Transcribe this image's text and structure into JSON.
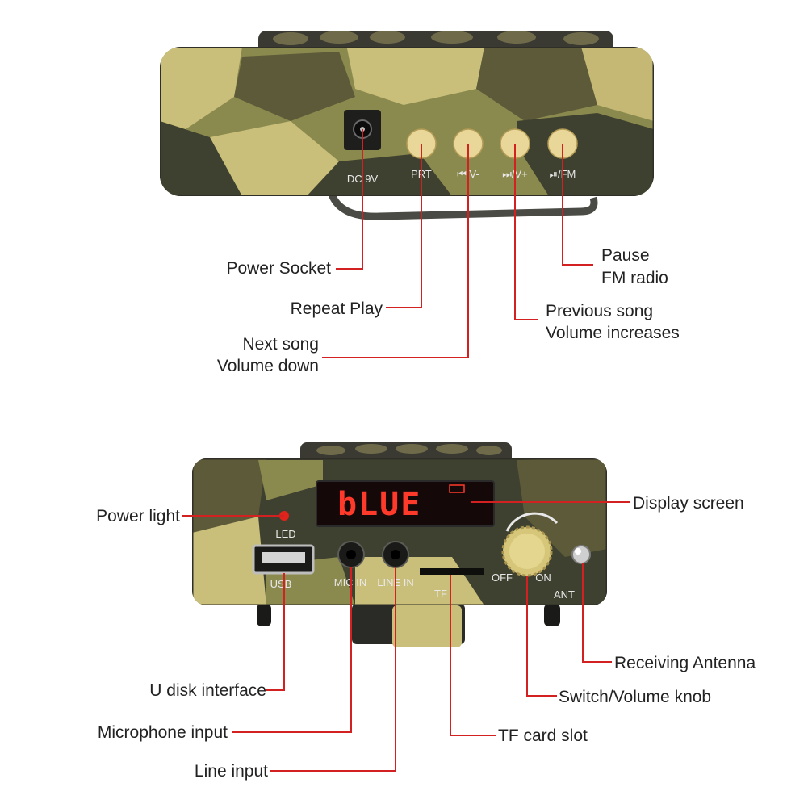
{
  "top_panel": {
    "silkscreen": {
      "dc": "DC 9V",
      "prt": "PRT",
      "prev_vol_down": "⏮/V-",
      "next_vol_up": "⏭/V+",
      "play_fm": "⏯/FM"
    },
    "callouts": {
      "power_socket": "Power Socket",
      "repeat_play": "Repeat Play",
      "next_song": "Next song",
      "volume_down": "Volume down",
      "previous_song": "Previous song",
      "volume_increases": "Volume increases",
      "pause": "Pause",
      "fm_radio": "FM radio"
    }
  },
  "bottom_panel": {
    "display_text": "bLUE",
    "silkscreen": {
      "led": "LED",
      "usb": "USB",
      "mic_in": "MIC IN",
      "line_in": "LINE IN",
      "tf": "TF",
      "off": "OFF",
      "on": "ON",
      "ant": "ANT"
    },
    "callouts": {
      "power_light": "Power light",
      "display_screen": "Display screen",
      "u_disk_interface": "U disk interface",
      "microphone_input": "Microphone input",
      "line_input": "Line input",
      "tf_card_slot": "TF card slot",
      "switch_volume_knob": "Switch/Volume knob",
      "receiving_antenna": "Receiving Antenna"
    }
  },
  "colors": {
    "leader_line": "#d32020",
    "button": "#e9d79a",
    "camo_light": "#c9bf7a",
    "camo_mid": "#8b8a4e",
    "camo_dark": "#3f4130",
    "led_red": "#ff3a2a"
  }
}
